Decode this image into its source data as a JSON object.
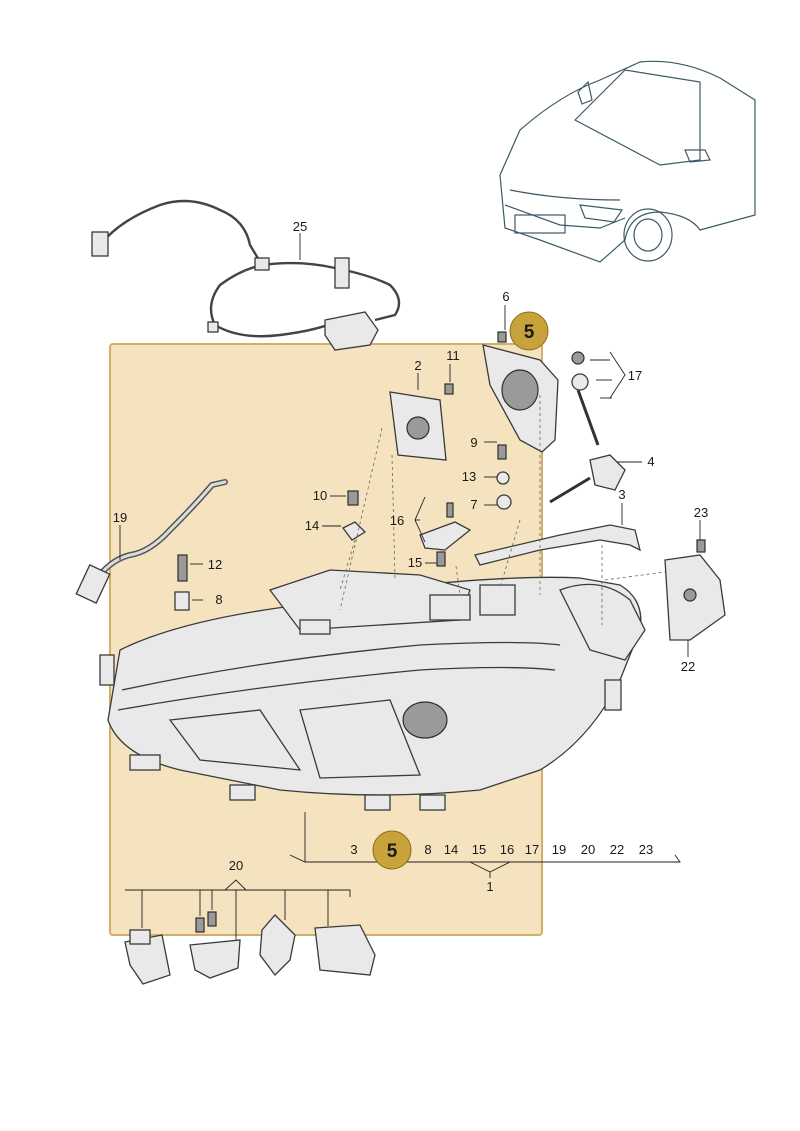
{
  "highlight": {
    "fill": "#f3dfb3",
    "stroke": "#c9a24f",
    "badge_color": "#c8a23a"
  },
  "callouts": {
    "c1": "1",
    "c2": "2",
    "c3": "3",
    "c4": "4",
    "c6": "6",
    "c7": "7",
    "c8": "8",
    "c9": "9",
    "c10": "10",
    "c11": "11",
    "c12": "12",
    "c13": "13",
    "c14": "14",
    "c15": "15",
    "c16": "16",
    "c17": "17",
    "c19": "19",
    "c20": "20",
    "c22": "22",
    "c23": "23",
    "c25": "25"
  },
  "badges": {
    "top": "5",
    "bottom": "5"
  },
  "component_row": [
    "3",
    "8",
    "14",
    "15",
    "16",
    "17",
    "19",
    "20",
    "22",
    "23"
  ],
  "icons": [
    "car-overview-icon",
    "wiring-harness-icon",
    "headlight-icon",
    "bracket-icon",
    "screw-icon"
  ]
}
